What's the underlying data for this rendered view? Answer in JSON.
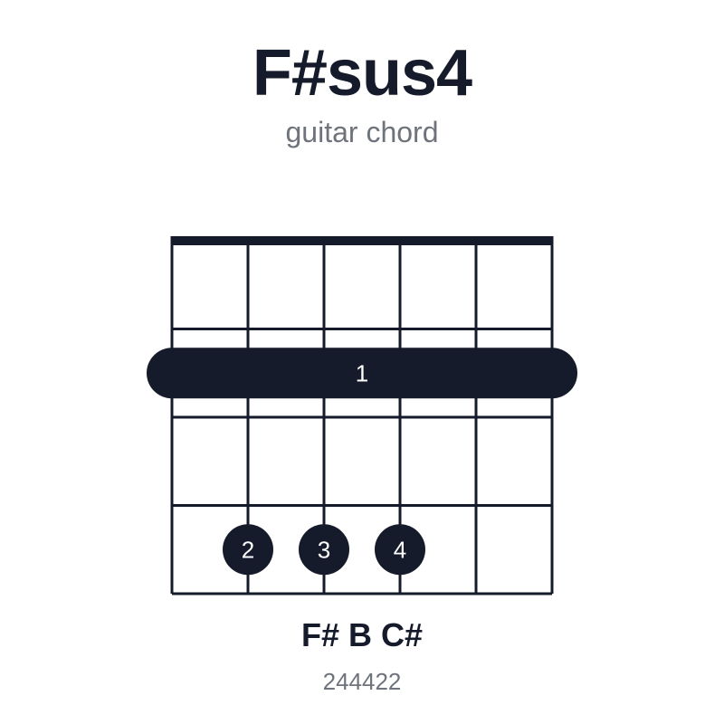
{
  "chord": {
    "name": "F#sus4",
    "subtitle": "guitar chord",
    "notes": "F# B C#",
    "fingering_code": "244422"
  },
  "chart_data": {
    "type": "chord-diagram",
    "strings": 6,
    "frets_shown": 4,
    "nut_shown": true,
    "barre": {
      "fret": 2,
      "from_string": 1,
      "to_string": 6,
      "finger": "1"
    },
    "dots": [
      {
        "string": 2,
        "fret": 4,
        "finger": "2"
      },
      {
        "string": 3,
        "fret": 4,
        "finger": "3"
      },
      {
        "string": 4,
        "fret": 4,
        "finger": "4"
      }
    ]
  },
  "colors": {
    "ink": "#151b2a",
    "muted": "#6f737c",
    "dot_text": "#ffffff"
  }
}
